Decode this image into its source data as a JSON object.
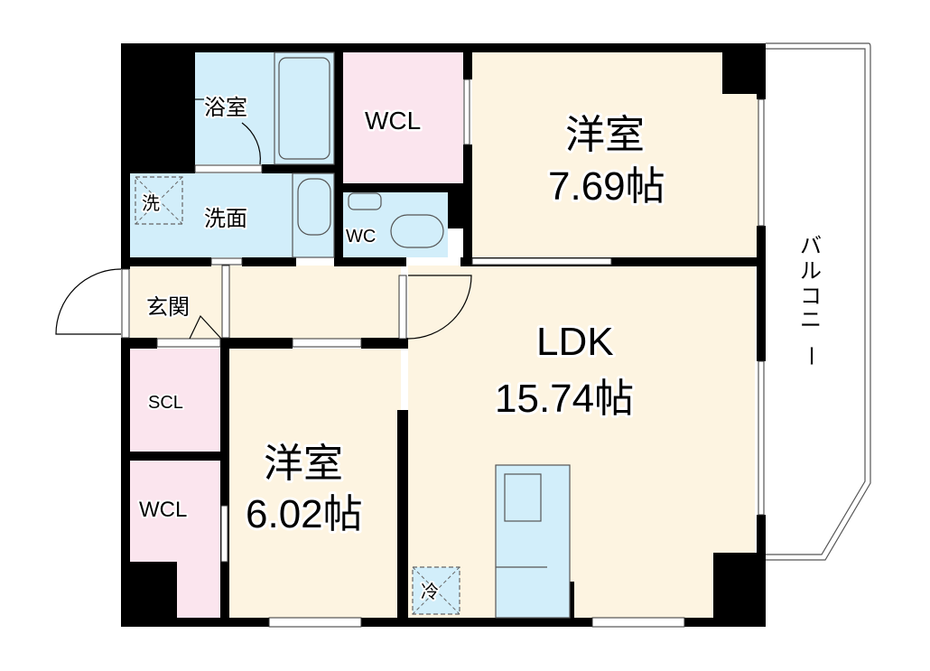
{
  "colors": {
    "wall": "#000000",
    "western_room": "#fdf4e1",
    "wet_area": "#d2eefa",
    "closet": "#fbe5ee",
    "balcony": "#ffffff"
  },
  "rooms": {
    "bathroom": {
      "label": "浴室"
    },
    "wcl_top": {
      "label": "WCL"
    },
    "western_room_1": {
      "label": "洋室",
      "size": "7.69帖"
    },
    "washroom": {
      "label": "洗面",
      "washer_label": "洗"
    },
    "toilet": {
      "label": "WC"
    },
    "entrance": {
      "label": "玄関"
    },
    "ldk": {
      "label": "LDK",
      "size": "15.74帖",
      "fridge_label": "冷"
    },
    "scl": {
      "label": "SCL"
    },
    "wcl_bottom": {
      "label": "WCL"
    },
    "western_room_2": {
      "label": "洋室",
      "size": "6.02帖"
    },
    "balcony": {
      "label_chars": [
        "バ",
        "ル",
        "コ",
        "ニ",
        "ー"
      ]
    }
  }
}
